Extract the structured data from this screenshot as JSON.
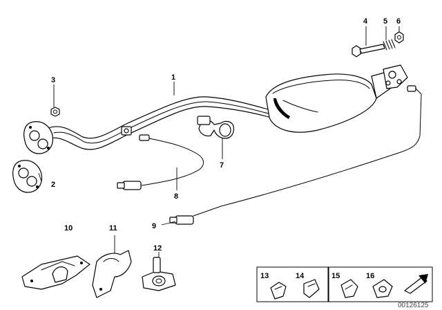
{
  "callouts": {
    "c1": "1",
    "c2": "2",
    "c3": "3",
    "c4": "4",
    "c5": "5",
    "c6": "6",
    "c7": "7",
    "c8": "8",
    "c9": "9",
    "c10": "10",
    "c11": "11",
    "c12": "12",
    "c13": "13",
    "c14": "14",
    "c15": "15",
    "c16": "16"
  },
  "diagram_id": "00126125"
}
